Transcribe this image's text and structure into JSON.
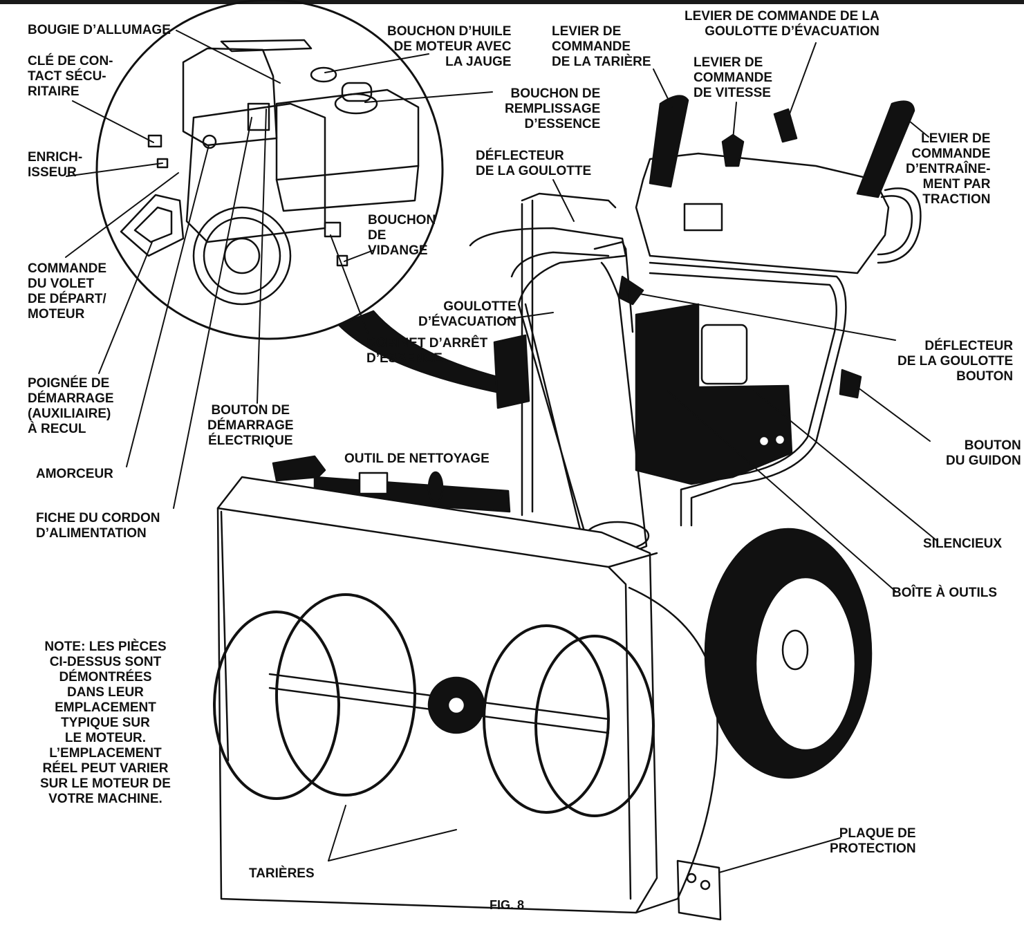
{
  "figure_label": "FIG. 8",
  "note": "NOTE: LES PIÈCES\nCI-DESSUS SONT\nDÉMONTRÉES\nDANS LEUR\nEMPLACEMENT\nTYPIQUE SUR\nLE MOTEUR.\nL’EMPLACEMENT\nRÉEL PEUT VARIER\nSUR LE MOTEUR DE\nVOTRE MACHINE.",
  "labels": {
    "bougie": "BOUGIE D’ALLUMAGE",
    "cle": "CLÉ DE CON-\nTACT SÉCU-\nRITAIRE",
    "enrich": "ENRICH-\nISSEUR",
    "volet": "COMMANDE\nDU VOLET\nDE DÉPART/\nMOTEUR",
    "poignee": "POIGNÉE DE\nDÉMARRAGE\n(AUXILIAIRE)\nÀ RECUL",
    "amorceur": "AMORCEUR",
    "fiche": "FICHE DU CORDON\nD’ALIMENTATION",
    "bouton_demarrage": "BOUTON DE\nDÉMARRAGE\nÉLECTRIQUE",
    "outil": "OUTIL DE NETTOYAGE",
    "robinet": "ROBINET D’ARRÊT\nD’ESSENCE",
    "goulotte": "GOULOTTE\nD’ÉVACUATION",
    "vidange": "BOUCHON\nDE\nVIDANGE",
    "deflecteur": "DÉFLECTEUR\nDE LA GOULOTTE",
    "huile": "BOUCHON D’HUILE\nDE MOTEUR AVEC\nLA JAUGE",
    "essence": "BOUCHON DE\nREMPLISSAGE\nD’ESSENCE",
    "tariere_lever": "LEVIER DE\nCOMMANDE\nDE LA TARIÈRE",
    "vitesse": "LEVIER DE\nCOMMANDE\nDE VITESSE",
    "goulotte_lever": "LEVIER DE COMMANDE DE LA\nGOULOTTE D’ÉVACUATION",
    "traction": "LEVIER DE\nCOMMANDE\nD’ENTRAÎNE-\nMENT PAR\nTRACTION",
    "deflecteur_bouton": "DÉFLECTEUR\nDE LA GOULOTTE\nBOUTON",
    "guidon": "BOUTON\nDU GUIDON",
    "silencieux": "SILENCIEUX",
    "boite": "BOÎTE À OUTILS",
    "plaque": "PLAQUE DE\nPROTECTION",
    "tarieres": "TARIÈRES"
  }
}
